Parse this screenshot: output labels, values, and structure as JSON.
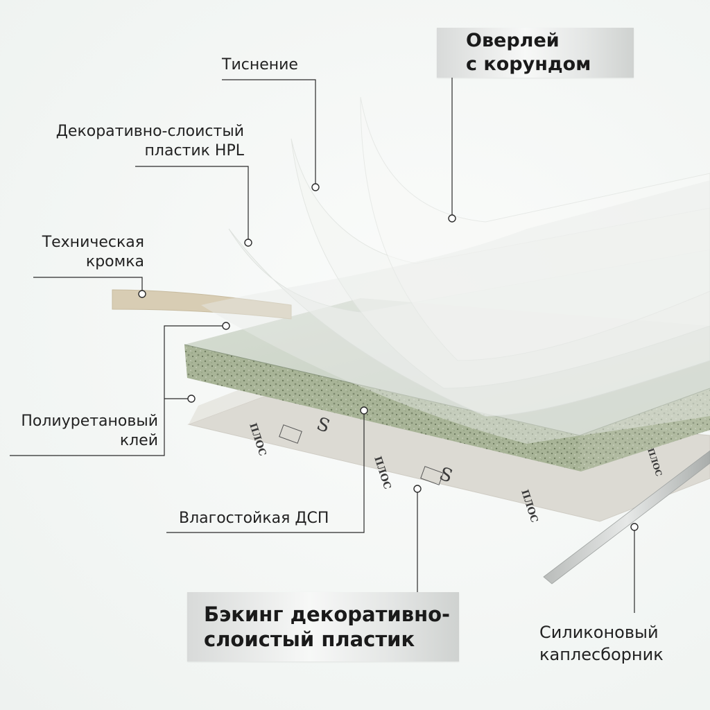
{
  "labels": {
    "emboss": "Тиснение",
    "hpl_line1": "Декоративно-слоистый",
    "hpl_line2": "пластик HPL",
    "edge_line1": "Техническая",
    "edge_line2": "кромка",
    "glue_line1": "Полиуретановый",
    "glue_line2": "клей",
    "chipboard": "Влагостойкая ДСП",
    "drip_line1": "Силиконовый",
    "drip_line2": "каплесборник"
  },
  "callouts": {
    "overlay_line1": "Оверлей",
    "overlay_line2": "с корундом",
    "backing_line1": "Бэкинг декоративно-",
    "backing_line2": "слоистый пластик"
  },
  "backing_print": {
    "brand_text": "ПЛОС",
    "logo_letter": "S"
  },
  "colors": {
    "chipboard_green": "#9fac8f",
    "edge_beige": "#d8cdb4",
    "backing_gray": "#dcdad3",
    "leader_line": "#2a2a2a",
    "callout_text": "#1a1a1a"
  }
}
